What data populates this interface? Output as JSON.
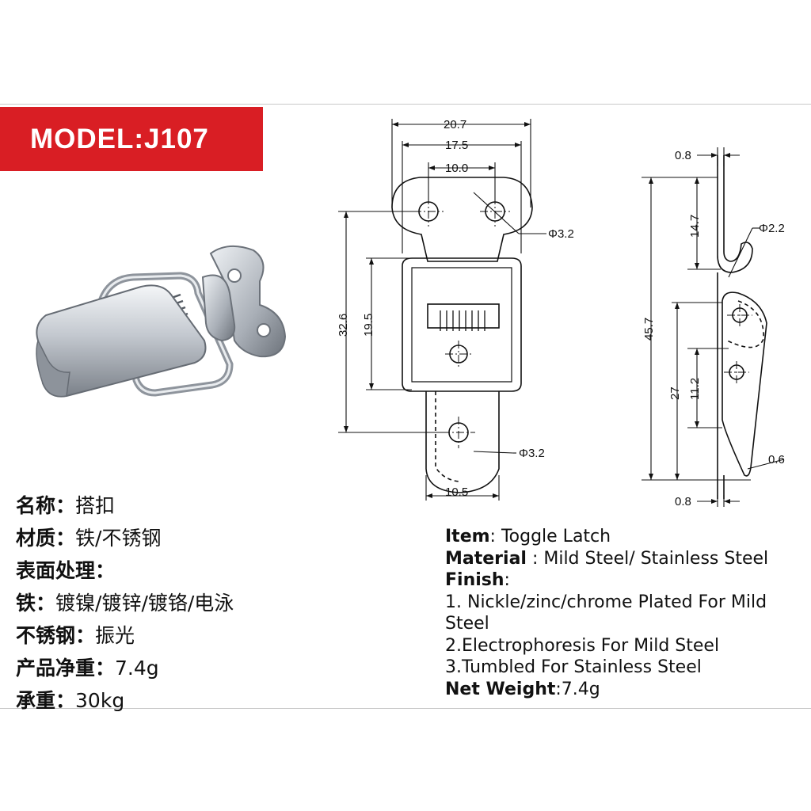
{
  "banner": {
    "model": "MODEL:J107"
  },
  "drawing": {
    "front": {
      "width_outer": "20.7",
      "width_mid": "17.5",
      "hole_spacing": "10.0",
      "hole_dia_top": "Φ3.2",
      "hole_dia_bottom": "Φ3.2",
      "height_total": "32.6",
      "height_body": "19.5",
      "width_bottom": "10.5"
    },
    "side": {
      "thickness_top": "0.8",
      "hook_height": "14.7",
      "hook_dia": "Φ2.2",
      "total_height": "45.7",
      "lower_height": "27",
      "hole_spacing": "11.2",
      "thickness_lever": "0.6",
      "thickness_bottom": "0.8"
    }
  },
  "cn_specs": [
    {
      "label": "名称",
      "sep": "：",
      "value": "搭扣"
    },
    {
      "label": "材质",
      "sep": "：",
      "value": "铁/不锈钢"
    },
    {
      "label": "表面处理",
      "sep": "：",
      "value": ""
    },
    {
      "label": "铁",
      "sep": "：",
      "value": "镀镍/镀锌/镀铬/电泳"
    },
    {
      "label": "不锈钢",
      "sep": "：",
      "value": "振光"
    },
    {
      "label": "产品净重",
      "sep": "：",
      "value": "7.4g"
    },
    {
      "label": "承重",
      "sep": "：",
      "value": "30kg"
    }
  ],
  "en_specs": {
    "item_label": "Item",
    "item_value": ": Toggle Latch",
    "material_label": "Material",
    "material_value": " : Mild Steel/ Stainless Steel",
    "finish_label": "Finish",
    "finish_value": ":",
    "finish_1a": "1. Nickle/zinc/chrome Plated For Mild",
    "finish_1b": "Steel",
    "finish_2": "2.Electrophoresis For Mild Steel",
    "finish_3": "3.Tumbled For Stainless Steel",
    "weight_label": "Net Weight",
    "weight_value": ":7.4g"
  }
}
